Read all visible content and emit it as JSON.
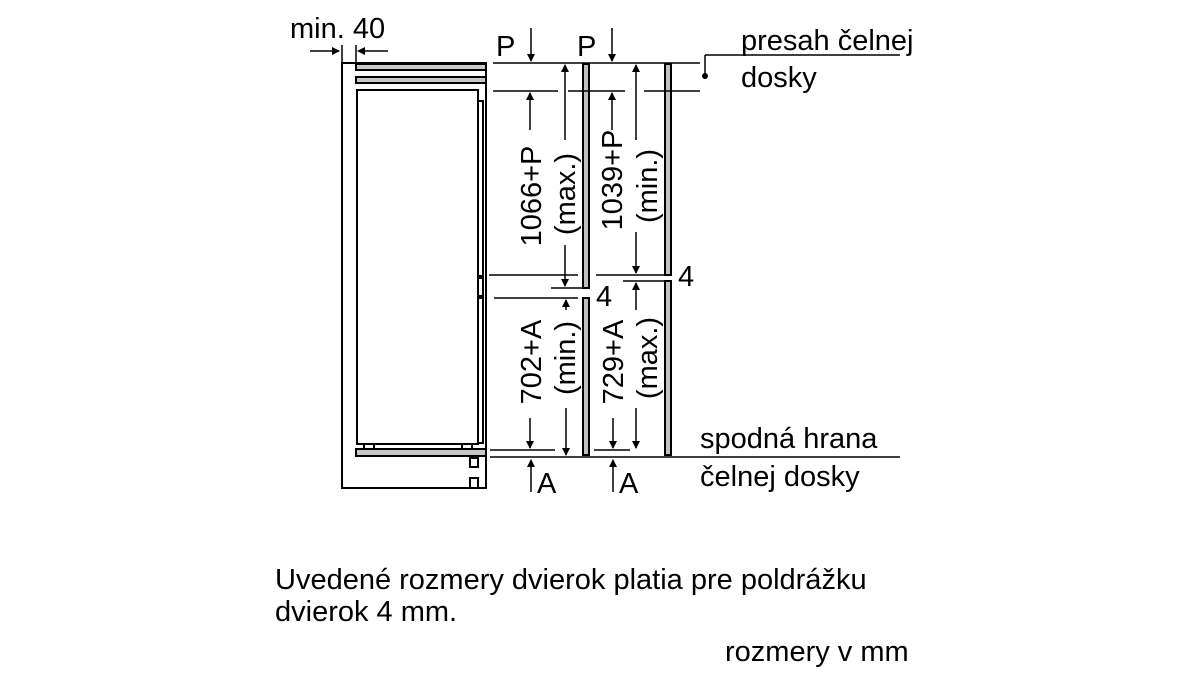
{
  "diagram": {
    "min_gap": "min. 40",
    "p_label": "P",
    "a_label": "A",
    "upper_door_max": "1066+P",
    "upper_door_max_note": "(max.)",
    "upper_door_min": "1039+P",
    "upper_door_min_note": "(min.)",
    "lower_door_min": "702+A",
    "lower_door_min_note": "(min.)",
    "lower_door_max": "729+A",
    "lower_door_max_note": "(max.)",
    "gap": "4",
    "overlap_label_line1": "presah čelnej",
    "overlap_label_line2": "dosky",
    "bottom_edge_line1": "spodná hrana",
    "bottom_edge_line2": "čelnej dosky"
  },
  "notes": {
    "line1": "Uvedené rozmery dvierok platia pre poldrážku",
    "line2": "dvierok 4 mm.",
    "units": "rozmery v mm"
  }
}
